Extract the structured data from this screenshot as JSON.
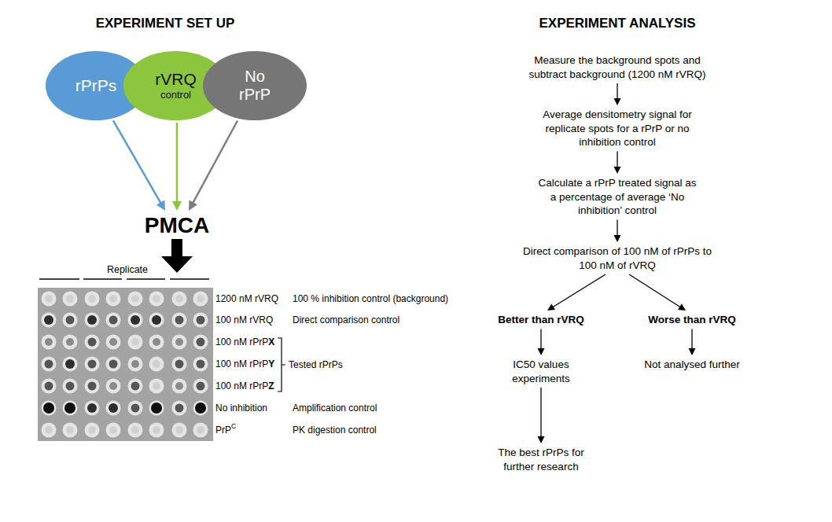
{
  "diagram": {
    "nodes": [
      {
        "text": [
          "rPrPs"
        ]
      },
      {
        "text": [
          "rVRQ",
          "control"
        ]
      },
      {
        "text": [
          "No rPrP"
        ]
      },
      {
        "text": [
          "PMCA"
        ]
      },
      {
        "text": [
          "Measure the background spots and subtract background (1200 nM rVRQ)"
        ]
      },
      {
        "text": [
          "Average densitometry signal for replicate spots for a rPrP or no inhibition control"
        ]
      },
      {
        "text": [
          "Calculate a rPrP treated signal as a percentage of average ‘No inhibition’ control"
        ]
      },
      {
        "text": [
          "Direct comparison of 100 nM of rPrPs to 100 nM of rVRQ"
        ]
      },
      {
        "text": [
          "Better than rVRQ"
        ]
      },
      {
        "text": [
          "Worse than rVRQ"
        ]
      },
      {
        "text": [
          "IC50 values experiments"
        ]
      },
      {
        "text": [
          "Not analysed further"
        ]
      },
      {
        "text": [
          "The best rPrPs for further research"
        ]
      }
    ],
    "edges": [
      {
        "from": 0,
        "to": 3,
        "arrow": "to"
      },
      {
        "from": 1,
        "to": 3,
        "arrow": "to"
      },
      {
        "from": 2,
        "to": 3,
        "arrow": "to"
      },
      {
        "from": 4,
        "to": 5,
        "arrow": "to"
      },
      {
        "from": 5,
        "to": 6,
        "arrow": "to"
      },
      {
        "from": 6,
        "to": 7,
        "arrow": "to"
      },
      {
        "from": 7,
        "to": 8,
        "arrow": "to"
      },
      {
        "from": 7,
        "to": 9,
        "arrow": "to"
      },
      {
        "from": 8,
        "to": 10,
        "arrow": "to"
      },
      {
        "from": 9,
        "to": 11,
        "arrow": "to"
      },
      {
        "from": 10,
        "to": 12,
        "arrow": "to"
      }
    ],
    "labels": [
      "EXPERIMENT SET UP",
      "EXPERIMENT ANALYSIS",
      "Replicate",
      "1200 nM rVRQ",
      "100 % inhibition control (background)",
      "100 nM rVRQ",
      "Direct comparison control",
      "100 nM rPrP",
      "X",
      "100 nM rPrP",
      "Y",
      "100 nM rPrP",
      "Z",
      "Tested rPrPs",
      "No inhibition",
      "Amplification control",
      "PrP",
      "C",
      "PK digestion control"
    ]
  }
}
